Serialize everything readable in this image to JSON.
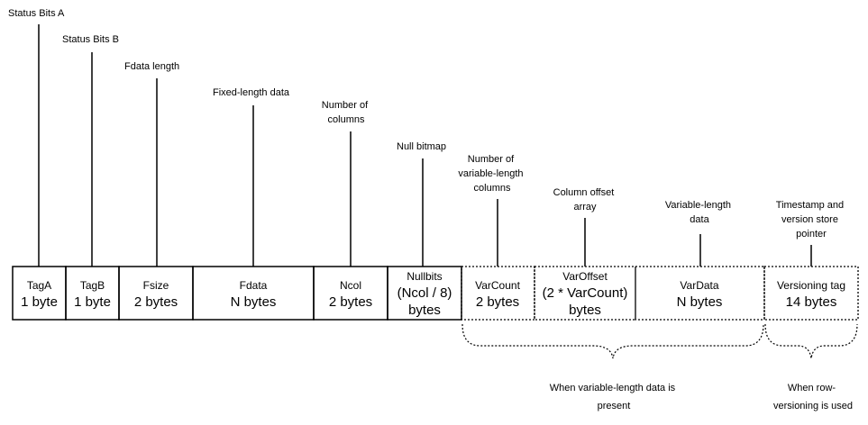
{
  "annotations": {
    "status_bits_a": "Status Bits A",
    "status_bits_b": "Status Bits B",
    "fdata_length": "Fdata length",
    "fixed_length_data": "Fixed-length data",
    "number_of_columns": [
      "Number of",
      "columns"
    ],
    "null_bitmap": "Null bitmap",
    "number_of_var_columns": [
      "Number of",
      "variable-length",
      "columns"
    ],
    "column_offset_array": [
      "Column offset",
      "array"
    ],
    "variable_length_data": [
      "Variable-length",
      "data"
    ],
    "timestamp_pointer": [
      "Timestamp and",
      "version store",
      "pointer"
    ]
  },
  "fields": {
    "taga": {
      "name": "TagA",
      "size": [
        "1 byte"
      ]
    },
    "tagb": {
      "name": "TagB",
      "size": [
        "1 byte"
      ]
    },
    "fsize": {
      "name": "Fsize",
      "size": [
        "2 bytes"
      ]
    },
    "fdata": {
      "name": "Fdata",
      "size": [
        "N bytes"
      ]
    },
    "ncol": {
      "name": "Ncol",
      "size": [
        "2 bytes"
      ]
    },
    "nullbits": {
      "name": "Nullbits",
      "size": [
        "(Ncol / 8)",
        "bytes"
      ]
    },
    "varcount": {
      "name": "VarCount",
      "size": [
        "2 bytes"
      ]
    },
    "varoffset": {
      "name": "VarOffset",
      "size": [
        "(2 * VarCount)",
        "bytes"
      ]
    },
    "vardata": {
      "name": "VarData",
      "size": [
        "N bytes"
      ]
    },
    "versioning": {
      "name": "Versioning tag",
      "size": [
        "14 bytes"
      ]
    }
  },
  "braces": {
    "variable": [
      "When variable-length data is",
      "present"
    ],
    "versioning": [
      "When row-",
      "versioning is used"
    ]
  }
}
